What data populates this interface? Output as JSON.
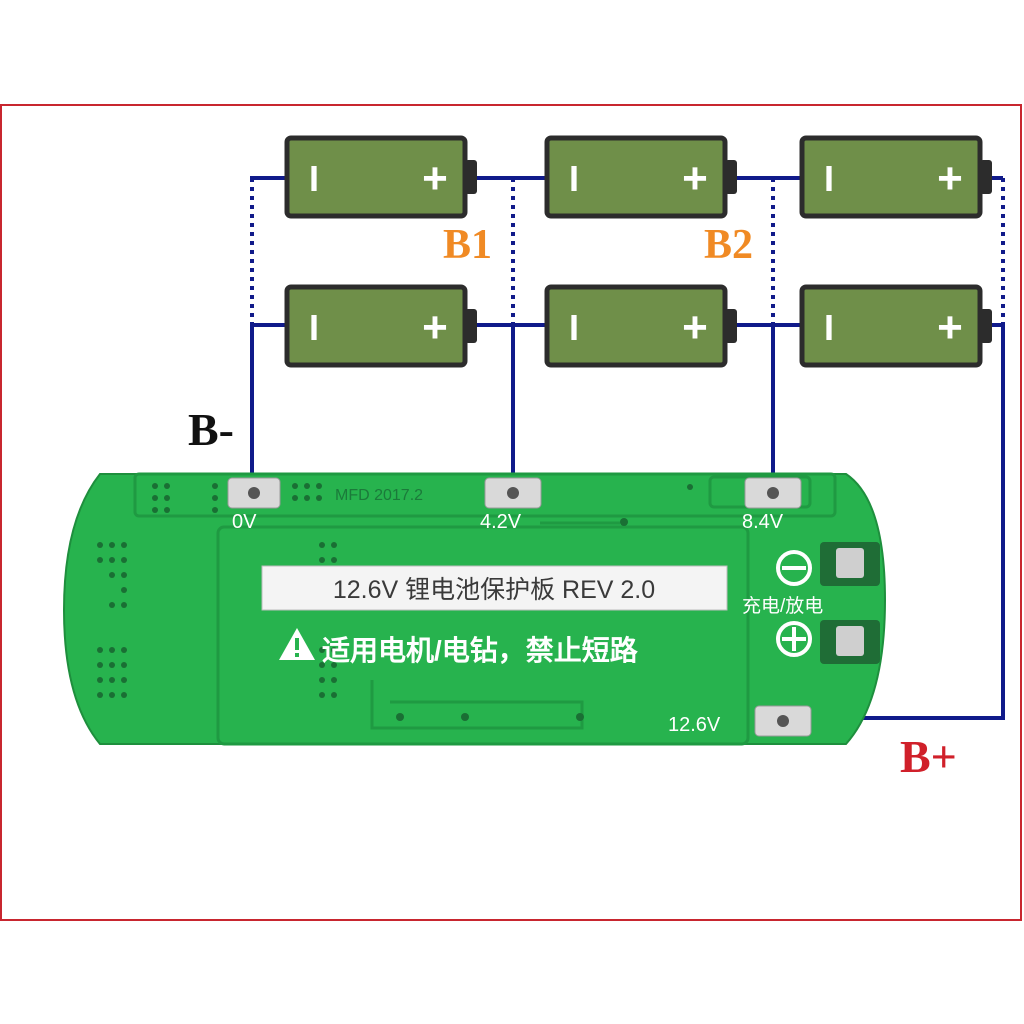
{
  "labels": {
    "b_minus": "B-",
    "b_plus": "B+",
    "b1": "B1",
    "b2": "B2"
  },
  "battery_symbols": {
    "minus": "I",
    "plus": "+"
  },
  "pcb": {
    "mfd": "MFD 2017.2",
    "pad_0v": "0V",
    "pad_4v2": "4.2V",
    "pad_8v4": "8.4V",
    "pad_12v6": "12.6V",
    "title": "12.6V 锂电池保护板 REV 2.0",
    "warning": "适用电机/电钻，禁止短路",
    "charge_discharge": "充电/放电"
  },
  "colors": {
    "wire": "#101a8a",
    "battery_fill": "#6f8f49",
    "battery_stroke": "#2c2c2c",
    "pcb_green": "#27b34e",
    "label_orange": "#f08a24",
    "label_red": "#d0202a",
    "frame": "#c8262f"
  }
}
